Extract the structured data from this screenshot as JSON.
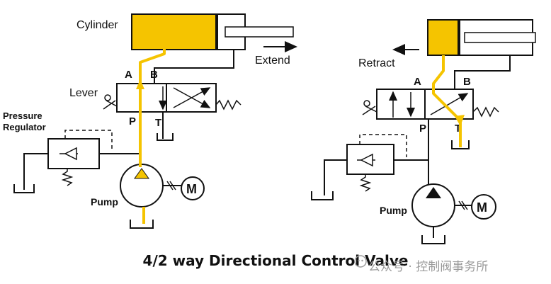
{
  "colors": {
    "flow": "#f5c400",
    "cylinder_fill": "#f5c400",
    "line": "#111111",
    "watermark": "#9a9a9a"
  },
  "left": {
    "cylinder_label": "Cylinder",
    "action_label": "Extend",
    "port_a": "A",
    "port_b": "B",
    "port_p": "P",
    "port_t": "T",
    "lever_label": "Lever",
    "regulator_label_line1": "Pressure",
    "regulator_label_line2": "Regulator",
    "pump_label": "Pump",
    "motor_label": "M"
  },
  "right": {
    "action_label": "Retract",
    "port_a": "A",
    "port_b": "B",
    "port_p": "P",
    "port_t": "T",
    "pump_label": "Pump",
    "motor_label": "M"
  },
  "caption": "4/2 way Directional Control Valve",
  "watermark": "公众号 · 控制阀事务所"
}
